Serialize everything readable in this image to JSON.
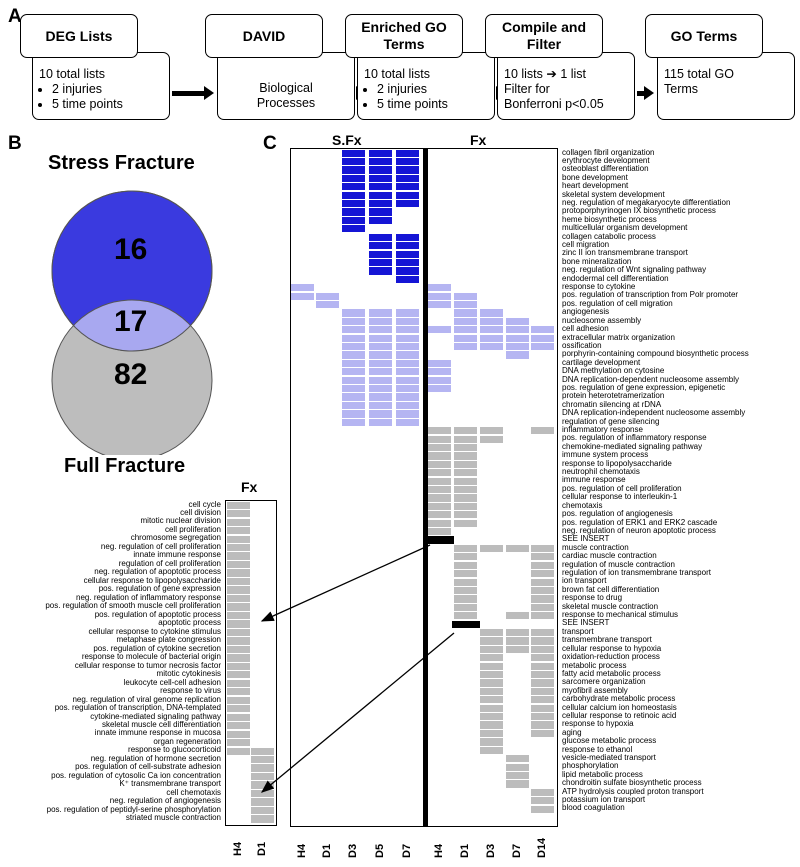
{
  "panel_labels": {
    "a": "A",
    "b": "B",
    "c": "C"
  },
  "workflow": {
    "steps": [
      {
        "title": "DEG Lists",
        "body_lines": [
          "10 total lists"
        ],
        "bullets": [
          "2 injuries",
          "5 time points"
        ]
      },
      {
        "title": "DAVID",
        "body_lines": [
          "Biological",
          "Processes"
        ],
        "bullets": []
      },
      {
        "title": "Enriched GO Terms",
        "body_lines": [
          "10 total lists"
        ],
        "bullets": [
          "2 injuries",
          "5 time points"
        ]
      },
      {
        "title": "Compile and Filter",
        "body_lines": [
          "10 lists ➔ 1 list",
          "Filter for",
          "Bonferroni p<0.05"
        ],
        "bullets": []
      },
      {
        "title": "GO Terms",
        "body_lines": [
          "115 total GO",
          "Terms"
        ],
        "bullets": []
      }
    ]
  },
  "venn": {
    "top_title": "Stress Fracture",
    "bottom_title": "Full Fracture",
    "top_only": "16",
    "overlap": "17",
    "bottom_only": "82",
    "colors": {
      "top": "#3a3adf",
      "overlap": "#a8a8f0",
      "bottom": "#bdbdbd"
    }
  },
  "heatmap": {
    "headers": {
      "sfx": "S.Fx",
      "fx": "Fx"
    },
    "columns": [
      "H4",
      "D1",
      "D3",
      "D5",
      "D7",
      "H4",
      "D1",
      "D3",
      "D7",
      "D14"
    ],
    "colors": {
      "blue": "#1515d5",
      "lavender": "#b5b5f2",
      "gray": "#bcbcbc",
      "black": "#000000"
    },
    "rows": [
      {
        "term": "collagen fibril organization",
        "cells": "..BBB....."
      },
      {
        "term": "erythrocyte development",
        "cells": "..BBB....."
      },
      {
        "term": "osteoblast differentiation",
        "cells": "..BBB....."
      },
      {
        "term": "bone development",
        "cells": "..BBB....."
      },
      {
        "term": "heart development",
        "cells": "..BBB....."
      },
      {
        "term": "skeletal system development",
        "cells": "..BBB....."
      },
      {
        "term": "neg. regulation of megakaryocyte differentiation",
        "cells": "..BBB....."
      },
      {
        "term": "protoporphyrinogen IX biosynthetic process",
        "cells": "..BB......"
      },
      {
        "term": "heme biosynthetic process",
        "cells": "..BB......"
      },
      {
        "term": "multicellular organism development",
        "cells": "..B......."
      },
      {
        "term": "collagen catabolic process",
        "cells": "...BB....."
      },
      {
        "term": "cell migration",
        "cells": "...BB....."
      },
      {
        "term": "zinc II ion transmembrane transport",
        "cells": "...BB....."
      },
      {
        "term": "bone mineralization",
        "cells": "...BB....."
      },
      {
        "term": "neg. regulation of Wnt signaling pathway",
        "cells": "...BB....."
      },
      {
        "term": "endodermal cell differentiation",
        "cells": "....B....."
      },
      {
        "term": "response to cytokine",
        "cells": "L....L...."
      },
      {
        "term": "pos. regulation of transcription from Polr promoter",
        "cells": "LL...LL..."
      },
      {
        "term": "pos. regulation of cell migration",
        "cells": ".L...LL..."
      },
      {
        "term": "angiogenesis",
        "cells": "..LLL.LL.."
      },
      {
        "term": "nucleosome assembly",
        "cells": "..LLL.LLL."
      },
      {
        "term": "cell adhesion",
        "cells": "..LLLLLLLL"
      },
      {
        "term": "extracellular matrix organization",
        "cells": "..LLL.LLLL"
      },
      {
        "term": "ossification",
        "cells": "..LLL.LLLL"
      },
      {
        "term": "porphyrin-containing compound biosynthetic process",
        "cells": "..LLL...L."
      },
      {
        "term": "cartilage development",
        "cells": "..LLLL...."
      },
      {
        "term": "DNA methylation on cytosine",
        "cells": "..LLLL...."
      },
      {
        "term": "DNA replication-dependent nucleosome assembly",
        "cells": "..LLLL...."
      },
      {
        "term": "pos. regulation of gene expression, epigenetic",
        "cells": "..LLLL...."
      },
      {
        "term": "protein heterotetramerization",
        "cells": "..LLL....."
      },
      {
        "term": "chromatin silencing at rDNA",
        "cells": "..LLL....."
      },
      {
        "term": "DNA replication-independent nucleosome assembly",
        "cells": "..LLL....."
      },
      {
        "term": "regulation of gene silencing",
        "cells": "..LLL....."
      },
      {
        "term": "inflammatory response",
        "cells": ".....GGG.G"
      },
      {
        "term": "pos. regulation of inflammatory response",
        "cells": ".....GGG.."
      },
      {
        "term": "chemokine-mediated signaling pathway",
        "cells": ".....GG..."
      },
      {
        "term": "immune system process",
        "cells": ".....GG..."
      },
      {
        "term": "response to lipopolysaccharide",
        "cells": ".....GG..."
      },
      {
        "term": "neutrophil chemotaxis",
        "cells": ".....GG..."
      },
      {
        "term": "immune response",
        "cells": ".....GG..."
      },
      {
        "term": "pos. regulation of cell proliferation",
        "cells": ".....GG..."
      },
      {
        "term": "cellular response to interleukin-1",
        "cells": ".....GG..."
      },
      {
        "term": "chemotaxis",
        "cells": ".....GG..."
      },
      {
        "term": "pos. regulation of angiogenesis",
        "cells": ".....GG..."
      },
      {
        "term": "pos. regulation of ERK1 and ERK2 cascade",
        "cells": ".....GG..."
      },
      {
        "term": "neg. regulation of neuron apoptotic process",
        "cells": ".....G...."
      },
      {
        "term": "SEE INSERT",
        "cells": ".....K...."
      },
      {
        "term": "muscle contraction",
        "cells": "......GGGG"
      },
      {
        "term": "cardiac muscle contraction",
        "cells": "......G..G"
      },
      {
        "term": "regulation of muscle contraction",
        "cells": "......G..G"
      },
      {
        "term": "regulation of ion transmembrane transport",
        "cells": "......G..G"
      },
      {
        "term": "ion transport",
        "cells": "......G..G"
      },
      {
        "term": "brown fat cell differentiation",
        "cells": "......G..G"
      },
      {
        "term": "response to drug",
        "cells": "......G..G"
      },
      {
        "term": "skeletal muscle contraction",
        "cells": "......G..G"
      },
      {
        "term": "response to mechanical stimulus",
        "cells": "......G.GG"
      },
      {
        "term": "SEE INSERT",
        "cells": "......K..."
      },
      {
        "term": "transport",
        "cells": ".......GGG"
      },
      {
        "term": "transmembrane transport",
        "cells": ".......GGG"
      },
      {
        "term": "cellular response to hypoxia",
        "cells": ".......GGG"
      },
      {
        "term": "oxidation-reduction process",
        "cells": ".......G.G"
      },
      {
        "term": "metabolic process",
        "cells": ".......G.G"
      },
      {
        "term": "fatty acid metabolic process",
        "cells": ".......G.G"
      },
      {
        "term": "sarcomere organization",
        "cells": ".......G.G"
      },
      {
        "term": "myofibril assembly",
        "cells": ".......G.G"
      },
      {
        "term": "carbohydrate metabolic process",
        "cells": ".......G.G"
      },
      {
        "term": "cellular calcium ion homeostasis",
        "cells": ".......G.G"
      },
      {
        "term": "cellular response to retinoic acid",
        "cells": ".......G.G"
      },
      {
        "term": "response to hypoxia",
        "cells": ".......G.G"
      },
      {
        "term": "aging",
        "cells": ".......G.G"
      },
      {
        "term": "glucose metabolic process",
        "cells": ".......G.."
      },
      {
        "term": "response to ethanol",
        "cells": ".......G.."
      },
      {
        "term": "vesicle-mediated transport",
        "cells": "........G."
      },
      {
        "term": "phosphorylation",
        "cells": "........G."
      },
      {
        "term": "lipid metabolic process",
        "cells": "........G."
      },
      {
        "term": "chondroitin sulfate biosynthetic process",
        "cells": "........G."
      },
      {
        "term": "ATP hydrolysis coupled proton transport",
        "cells": ".........G"
      },
      {
        "term": "potassium ion transport",
        "cells": ".........G"
      },
      {
        "term": "blood coagulation",
        "cells": ".........G"
      }
    ]
  },
  "insert": {
    "header": "Fx",
    "columns": [
      "H4",
      "D1"
    ],
    "rows": [
      {
        "term": "cell cycle",
        "cells": "G."
      },
      {
        "term": "cell division",
        "cells": "G."
      },
      {
        "term": "mitotic nuclear division",
        "cells": "G."
      },
      {
        "term": "cell proliferation",
        "cells": "G."
      },
      {
        "term": "chromosome segregation",
        "cells": "G."
      },
      {
        "term": "neg. regulation of cell proliferation",
        "cells": "G."
      },
      {
        "term": "innate immune response",
        "cells": "G."
      },
      {
        "term": "regulation of cell proliferation",
        "cells": "G."
      },
      {
        "term": "neg. regulation of apoptotic process",
        "cells": "G."
      },
      {
        "term": "cellular response to lipopolysaccharide",
        "cells": "G."
      },
      {
        "term": "pos. regulation of gene expression",
        "cells": "G."
      },
      {
        "term": "neg. regulation of inflammatory response",
        "cells": "G."
      },
      {
        "term": "pos. regulation of smooth muscle cell proliferation",
        "cells": "G."
      },
      {
        "term": "pos. regulation of apoptotic process",
        "cells": "G."
      },
      {
        "term": "apoptotic process",
        "cells": "G."
      },
      {
        "term": "cellular response to cytokine stimulus",
        "cells": "G."
      },
      {
        "term": "metaphase plate congression",
        "cells": "G."
      },
      {
        "term": "pos. regulation of cytokine secretion",
        "cells": "G."
      },
      {
        "term": "response to molecule of bacterial origin",
        "cells": "G."
      },
      {
        "term": "cellular response to tumor necrosis factor",
        "cells": "G."
      },
      {
        "term": "mitotic cytokinesis",
        "cells": "G."
      },
      {
        "term": "leukocyte cell-cell adhesion",
        "cells": "G."
      },
      {
        "term": "response to virus",
        "cells": "G."
      },
      {
        "term": "neg. regulation of viral genome replication",
        "cells": "G."
      },
      {
        "term": "pos. regulation of transcription, DNA-templated",
        "cells": "G."
      },
      {
        "term": "cytokine-mediated signaling pathway",
        "cells": "G."
      },
      {
        "term": "skeletal muscle cell differentiation",
        "cells": "G."
      },
      {
        "term": "innate immune response in mucosa",
        "cells": "G."
      },
      {
        "term": "organ regeneration",
        "cells": "G."
      },
      {
        "term": "response to glucocorticoid",
        "cells": "GG"
      },
      {
        "term": "neg. regulation of hormone secretion",
        "cells": ".G"
      },
      {
        "term": "pos. regulation of cell-substrate adhesion",
        "cells": ".G"
      },
      {
        "term": "pos. regulation of cytosolic Ca ion concentration",
        "cells": ".G"
      },
      {
        "term": "K⁺ transmembrane transport",
        "cells": ".G"
      },
      {
        "term": "cell chemotaxis",
        "cells": ".G"
      },
      {
        "term": "neg. regulation of angiogenesis",
        "cells": ".G"
      },
      {
        "term": "pos. regulation of peptidyl-serine phosphorylation",
        "cells": ".G"
      },
      {
        "term": "striated muscle contraction",
        "cells": ".G"
      }
    ]
  }
}
